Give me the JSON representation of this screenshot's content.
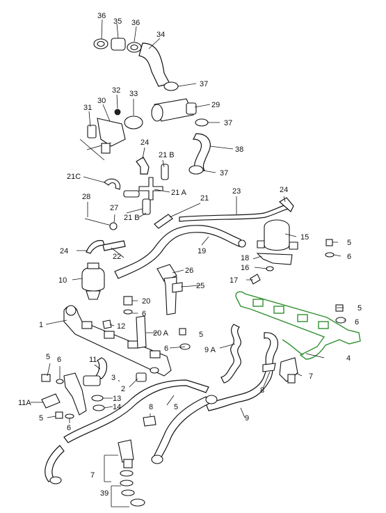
{
  "highlight_color": "#2f8f2f",
  "callouts": [
    {
      "id": "c36a",
      "text": "36"
    },
    {
      "id": "c35",
      "text": "35"
    },
    {
      "id": "c36b",
      "text": "36"
    },
    {
      "id": "c34",
      "text": "34"
    },
    {
      "id": "c37a",
      "text": "37"
    },
    {
      "id": "c32",
      "text": "32"
    },
    {
      "id": "c33",
      "text": "33"
    },
    {
      "id": "c30",
      "text": "30"
    },
    {
      "id": "c31",
      "text": "31"
    },
    {
      "id": "c29",
      "text": "29"
    },
    {
      "id": "c37b",
      "text": "37"
    },
    {
      "id": "c38",
      "text": "38"
    },
    {
      "id": "c24a",
      "text": "24"
    },
    {
      "id": "c21b1",
      "text": "21 B"
    },
    {
      "id": "c37c",
      "text": "37"
    },
    {
      "id": "c21c",
      "text": "21C"
    },
    {
      "id": "c21a",
      "text": "21 A"
    },
    {
      "id": "c23",
      "text": "23"
    },
    {
      "id": "c24b",
      "text": "24"
    },
    {
      "id": "c28",
      "text": "28"
    },
    {
      "id": "c27",
      "text": "27"
    },
    {
      "id": "c21b2",
      "text": "21 B"
    },
    {
      "id": "c21",
      "text": "21"
    },
    {
      "id": "c15",
      "text": "15"
    },
    {
      "id": "c5a",
      "text": "5"
    },
    {
      "id": "c24c",
      "text": "24"
    },
    {
      "id": "c22",
      "text": "22"
    },
    {
      "id": "c19",
      "text": "19"
    },
    {
      "id": "c18",
      "text": "18"
    },
    {
      "id": "c6a",
      "text": "6"
    },
    {
      "id": "c16",
      "text": "16"
    },
    {
      "id": "c26",
      "text": "26"
    },
    {
      "id": "c10",
      "text": "10"
    },
    {
      "id": "c17",
      "text": "17"
    },
    {
      "id": "c25",
      "text": "25"
    },
    {
      "id": "c20",
      "text": "20"
    },
    {
      "id": "c5b",
      "text": "5"
    },
    {
      "id": "c6b",
      "text": "6"
    },
    {
      "id": "c1",
      "text": "1"
    },
    {
      "id": "c12",
      "text": "12"
    },
    {
      "id": "c20a",
      "text": "20 A"
    },
    {
      "id": "c5c",
      "text": "5"
    },
    {
      "id": "c6c",
      "text": "6"
    },
    {
      "id": "c9a",
      "text": "9 A"
    },
    {
      "id": "c6d",
      "text": "6"
    },
    {
      "id": "c4",
      "text": "4"
    },
    {
      "id": "c5d",
      "text": "5"
    },
    {
      "id": "c6e",
      "text": "6"
    },
    {
      "id": "c11",
      "text": "11"
    },
    {
      "id": "c3",
      "text": "3"
    },
    {
      "id": "c7a",
      "text": "7"
    },
    {
      "id": "c2",
      "text": "2"
    },
    {
      "id": "c8a",
      "text": "8"
    },
    {
      "id": "c13",
      "text": "13"
    },
    {
      "id": "c11a",
      "text": "11A"
    },
    {
      "id": "c14",
      "text": "14"
    },
    {
      "id": "c5e",
      "text": "5"
    },
    {
      "id": "c5f",
      "text": "5"
    },
    {
      "id": "c8b",
      "text": "8"
    },
    {
      "id": "c9",
      "text": "9"
    },
    {
      "id": "c6f",
      "text": "6"
    },
    {
      "id": "c7b",
      "text": "7"
    },
    {
      "id": "c39",
      "text": "39"
    }
  ]
}
